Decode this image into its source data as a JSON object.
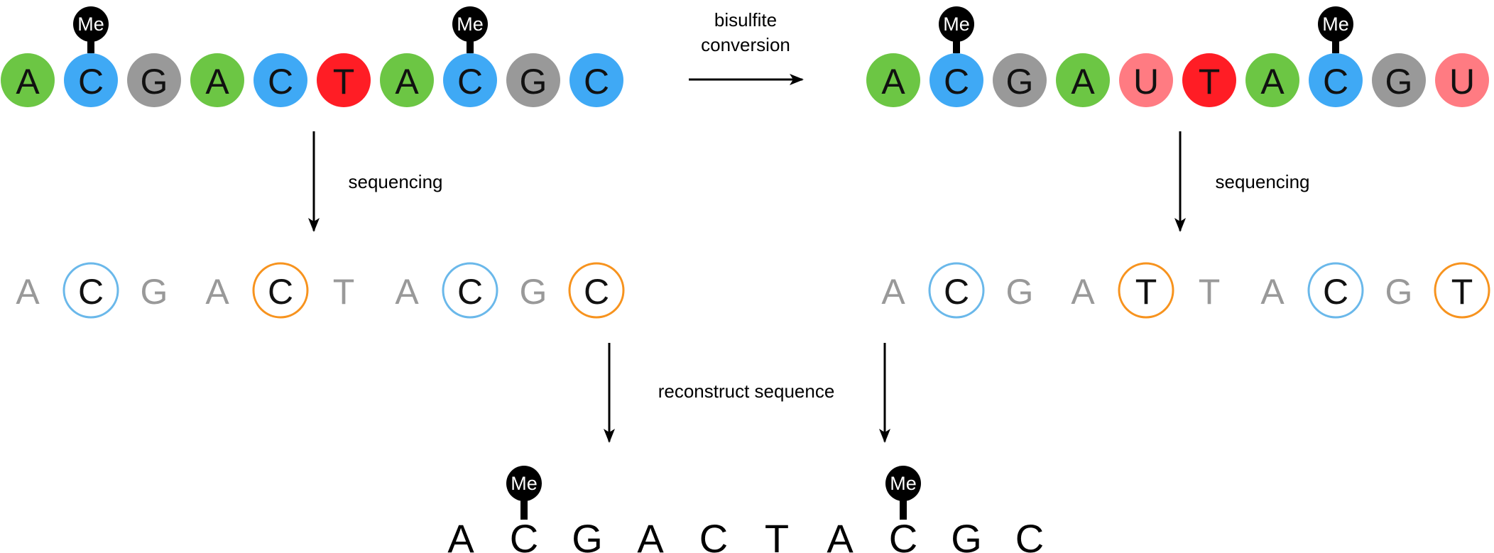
{
  "colors": {
    "A": "#6cc644",
    "C": "#3fa9f5",
    "G": "#999999",
    "T": "#ff1d25",
    "U": "#ff7b82",
    "methylated_ring": "#6ab8ea",
    "unmethylated_ring": "#f7931e",
    "plain_base": "#999999",
    "me_marker": "#000000"
  },
  "labels": {
    "bisulfite": "bisulfite",
    "conversion": "conversion",
    "sequencing_left": "sequencing",
    "sequencing_right": "sequencing",
    "reconstruct": "reconstruct sequence",
    "me": "Me"
  },
  "original_strand": {
    "bases": [
      "A",
      "C",
      "G",
      "A",
      "C",
      "T",
      "A",
      "C",
      "G",
      "C"
    ],
    "methylated": [
      false,
      true,
      false,
      false,
      false,
      false,
      false,
      true,
      false,
      false
    ]
  },
  "converted_strand": {
    "bases": [
      "A",
      "C",
      "G",
      "A",
      "U",
      "T",
      "A",
      "C",
      "G",
      "U"
    ],
    "methylated": [
      false,
      true,
      false,
      false,
      false,
      false,
      false,
      true,
      false,
      false
    ]
  },
  "read_left": {
    "bases": [
      "A",
      "C",
      "G",
      "A",
      "C",
      "T",
      "A",
      "C",
      "G",
      "C"
    ],
    "rings": [
      "none",
      "methylated",
      "none",
      "none",
      "unmethylated",
      "none",
      "none",
      "methylated",
      "none",
      "unmethylated"
    ]
  },
  "read_right": {
    "bases": [
      "A",
      "C",
      "G",
      "A",
      "T",
      "T",
      "A",
      "C",
      "G",
      "T"
    ],
    "rings": [
      "none",
      "methylated",
      "none",
      "none",
      "unmethylated",
      "none",
      "none",
      "methylated",
      "none",
      "unmethylated"
    ]
  },
  "reconstructed": {
    "bases": [
      "A",
      "C",
      "G",
      "A",
      "C",
      "T",
      "A",
      "C",
      "G",
      "C"
    ],
    "methylated": [
      false,
      true,
      false,
      false,
      false,
      false,
      false,
      true,
      false,
      false
    ]
  }
}
